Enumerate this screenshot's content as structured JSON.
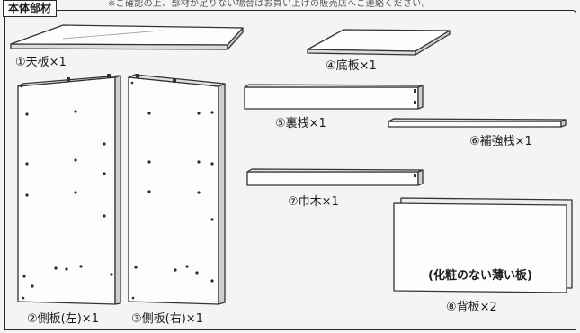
{
  "header": {
    "section_title": "本体部材",
    "top_note": "※ご確認の上、部材が足りない場合はお買い上げの販売店へご連絡ください。"
  },
  "parts": [
    {
      "id": "top-board",
      "label": "①天板×1"
    },
    {
      "id": "left-side-board",
      "label": "②側板(左)×1"
    },
    {
      "id": "right-side-board",
      "label": "③側板(右)×1"
    },
    {
      "id": "bottom-board",
      "label": "④底板×1"
    },
    {
      "id": "rear-rail",
      "label": "⑤裏桟×1"
    },
    {
      "id": "reinforcement-rail",
      "label": "⑥補強桟×1"
    },
    {
      "id": "baseboard",
      "label": "⑦巾木×1"
    },
    {
      "id": "back-panel",
      "label": "⑧背板×2"
    }
  ],
  "back_panel_note": "(化粧のない薄い板)"
}
